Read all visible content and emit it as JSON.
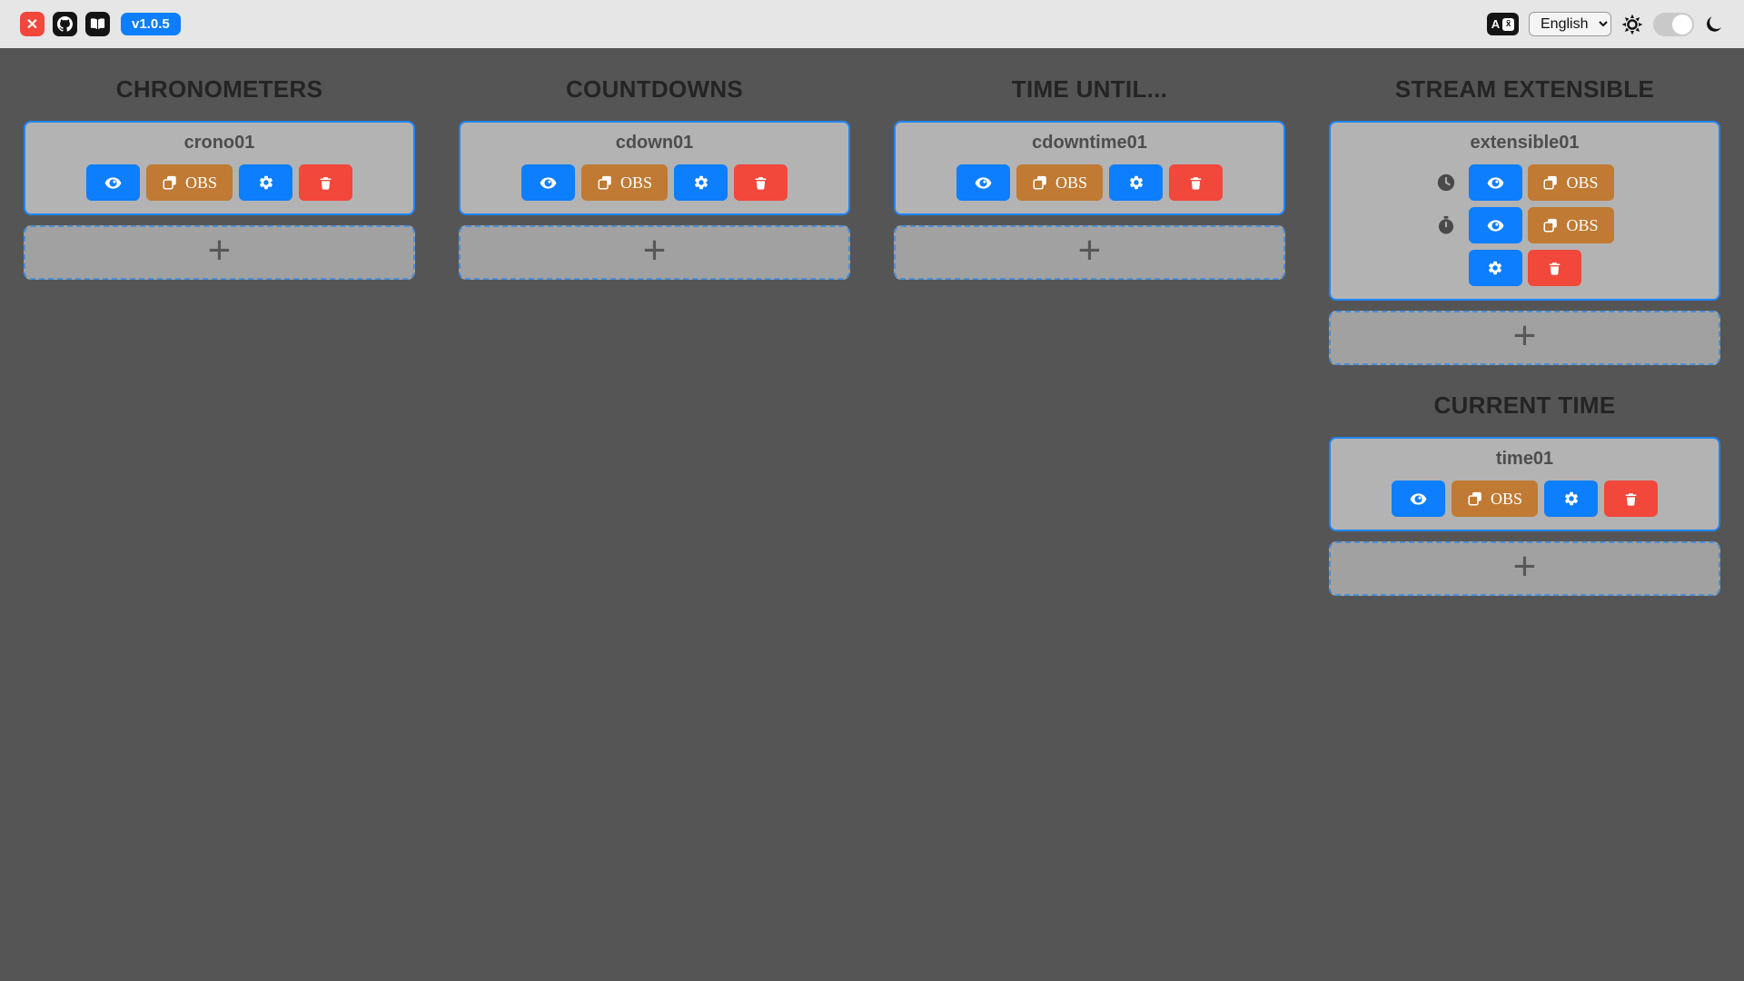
{
  "header": {
    "version": "v1.0.5",
    "language": {
      "selected": "English"
    }
  },
  "glyphs": {
    "close": "✕",
    "plus": "+",
    "translate_a": "A",
    "translate_char": "x̄"
  },
  "labels": {
    "obs": "OBS"
  },
  "sections": {
    "chronometers": {
      "title": "CHRONOMETERS",
      "card": {
        "name": "crono01"
      }
    },
    "countdowns": {
      "title": "COUNTDOWNS",
      "card": {
        "name": "cdown01"
      }
    },
    "time_until": {
      "title": "TIME UNTIL...",
      "card": {
        "name": "cdowntime01"
      }
    },
    "stream_extensible": {
      "title": "STREAM EXTENSIBLE",
      "card": {
        "name": "extensible01"
      }
    },
    "current_time": {
      "title": "CURRENT TIME",
      "card": {
        "name": "time01"
      }
    }
  },
  "colors": {
    "accent_blue": "#0d7efd",
    "obs_orange": "#c07a33",
    "danger_red": "#f2473b",
    "card_bg": "#b3b3b3",
    "card_border": "#1f86f9",
    "add_dashed_border": "#4a8ed8",
    "page_bg": "#555555",
    "topbar_bg": "#e6e6e6"
  }
}
